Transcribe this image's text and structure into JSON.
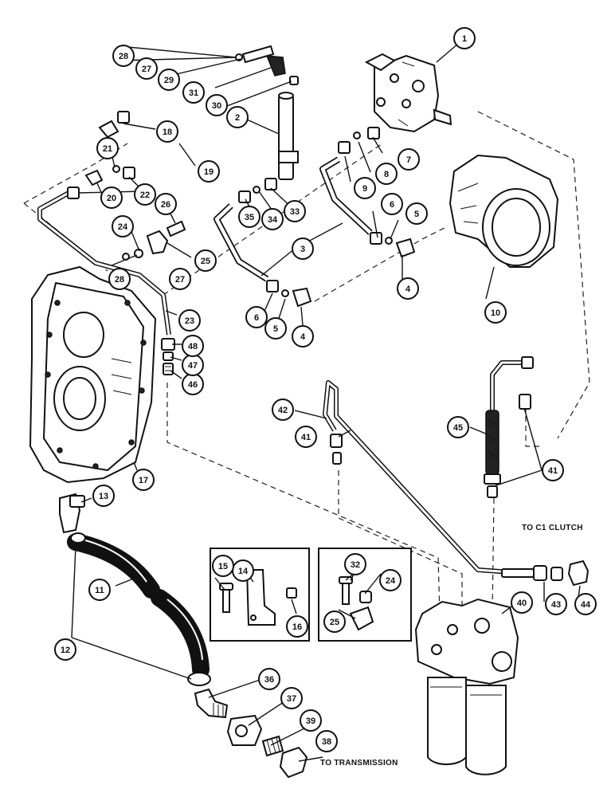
{
  "labels": {
    "c1": "1",
    "c2": "2",
    "c3": "3",
    "c4a": "4",
    "c4b": "4",
    "c5a": "5",
    "c5b": "5",
    "c6a": "6",
    "c6b": "6",
    "c7": "7",
    "c8": "8",
    "c9": "9",
    "c10": "10",
    "c11": "11",
    "c12": "12",
    "c13": "13",
    "c14": "14",
    "c15": "15",
    "c16": "16",
    "c17": "17",
    "c18": "18",
    "c19": "19",
    "c20": "20",
    "c21": "21",
    "c22": "22",
    "c23": "23",
    "c24a": "24",
    "c24b": "24",
    "c25a": "25",
    "c25b": "25",
    "c26": "26",
    "c27a": "27",
    "c27b": "27",
    "c28a": "28",
    "c28b": "28",
    "c29": "29",
    "c30": "30",
    "c31": "31",
    "c32": "32",
    "c33": "33",
    "c34": "34",
    "c35": "35",
    "c36": "36",
    "c37": "37",
    "c38": "38",
    "c39": "39",
    "c40": "40",
    "c41a": "41",
    "c41b": "41",
    "c42": "42",
    "c43": "43",
    "c44": "44",
    "c45": "45",
    "c46": "46",
    "c47": "47",
    "c48": "48"
  },
  "notes": {
    "to_c1_clutch": "TO C1 CLUTCH",
    "to_transmission": "TO TRANSMISSION"
  }
}
